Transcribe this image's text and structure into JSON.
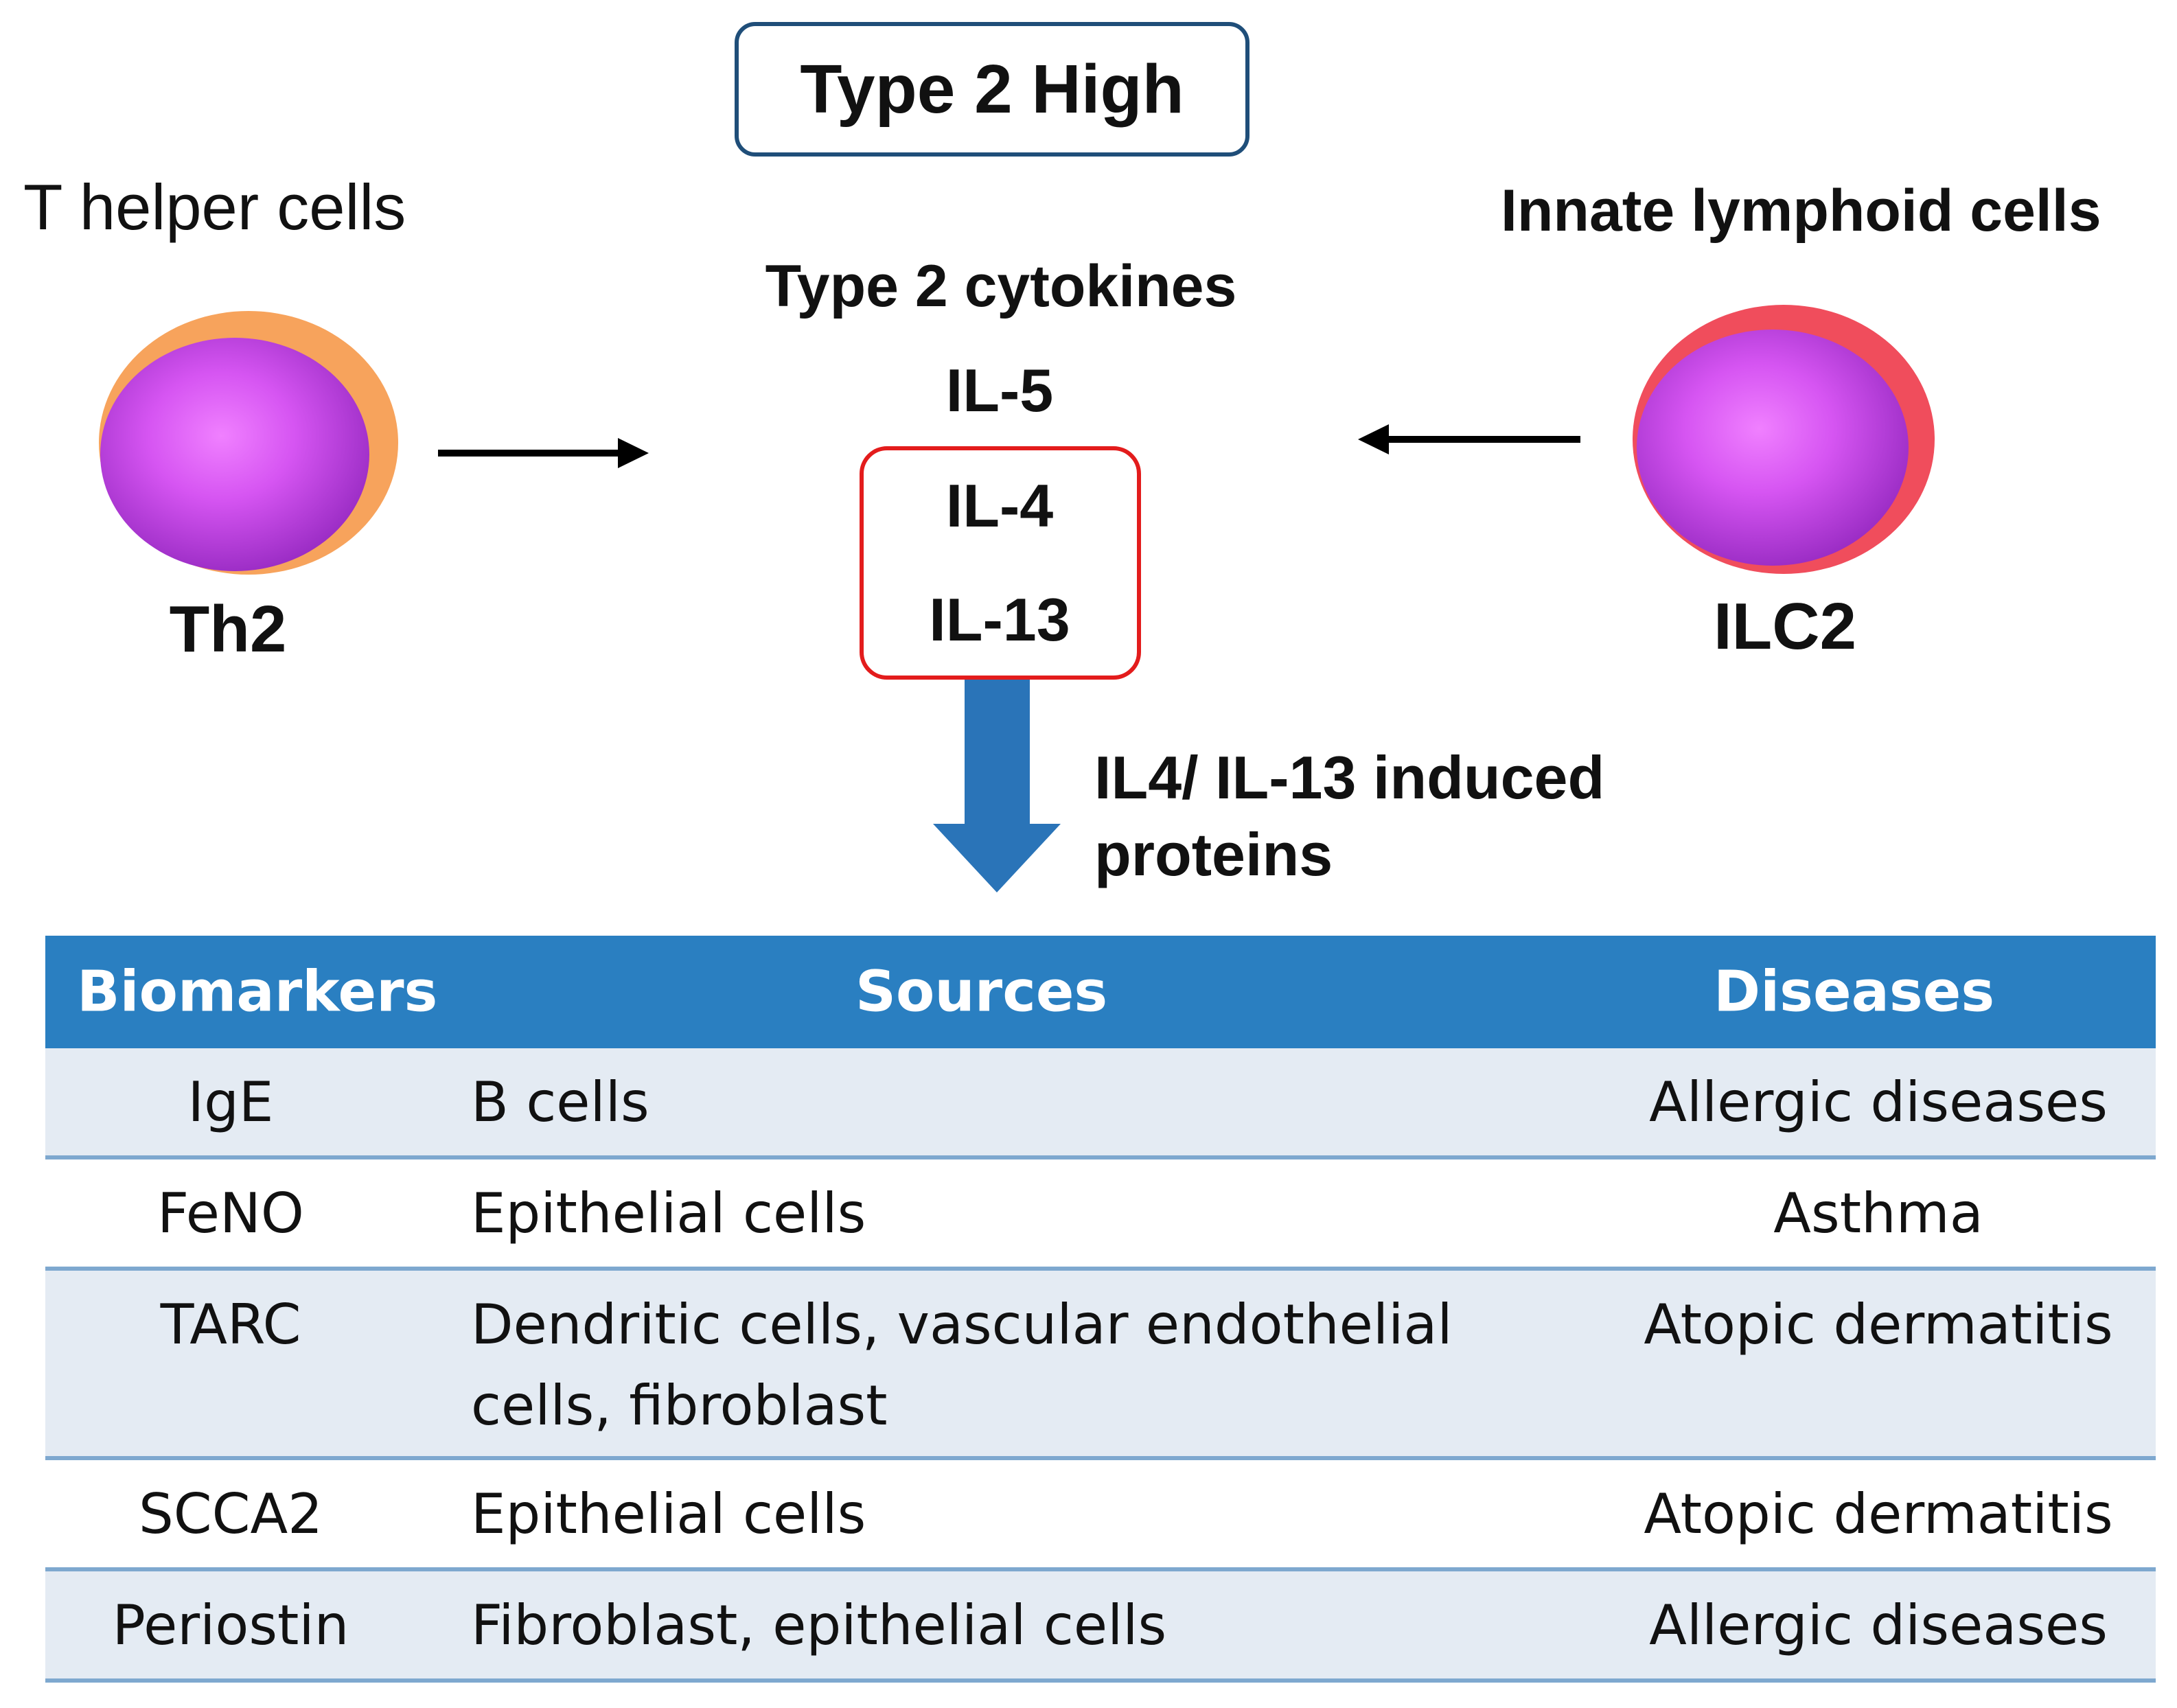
{
  "diagram": {
    "title": "Type 2 High",
    "left_group_label": "T helper cells",
    "right_group_label": "Innate lymphoid cells",
    "left_cell": "Th2",
    "right_cell": "ILC2",
    "cytokines_heading": "Type 2 cytokines",
    "cytokines": [
      "IL-5",
      "IL-4",
      "IL-13"
    ],
    "induced_label_line1": "IL4/ IL-13 induced",
    "induced_label_line2": "proteins",
    "colors": {
      "cell_body": "#cc44ee",
      "th2_halo": "#f7a35c",
      "ilc2_halo": "#f04d5c",
      "title_border": "#1f4e79",
      "il_box_border": "#e31c1c",
      "down_arrow": "#2a74b8"
    }
  },
  "table": {
    "headers": [
      "Biomarkers",
      "Sources",
      "Diseases"
    ],
    "rows": [
      {
        "biomarker": "IgE",
        "source": "B cells",
        "source2": "",
        "disease": "Allergic diseases"
      },
      {
        "biomarker": "FeNO",
        "source": "Epithelial cells",
        "source2": "",
        "disease": "Asthma"
      },
      {
        "biomarker": "TARC",
        "source": "Dendritic cells, vascular endothelial",
        "source2": "cells, fibroblast",
        "disease": "Atopic dermatitis"
      },
      {
        "biomarker": "SCCA2",
        "source": "Epithelial cells",
        "source2": "",
        "disease": "Atopic dermatitis"
      },
      {
        "biomarker": "Periostin",
        "source": "Fibroblast, epithelial cells",
        "source2": "",
        "disease": "Allergic diseases"
      }
    ],
    "colors": {
      "header_bg": "#2a7fc1",
      "row_shade": "#e4ebf3",
      "row_divider": "#7ea8cf"
    }
  }
}
